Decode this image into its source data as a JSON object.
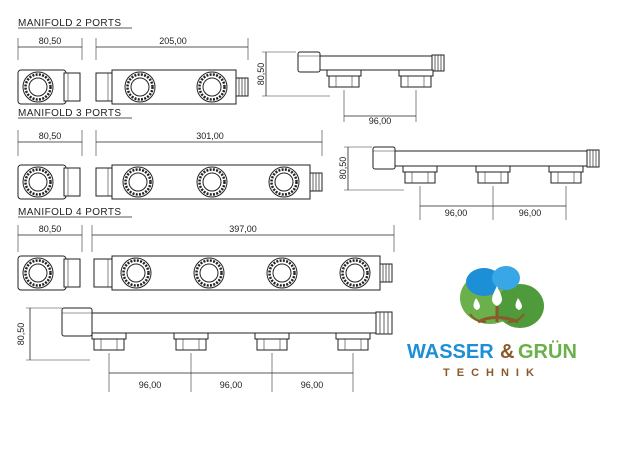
{
  "sections": [
    {
      "title": "MANIFOLD 2 PORTS",
      "end_dim": "80,50",
      "length_dim": "205,00",
      "height_dim": "80,50",
      "spacing_dims": [
        "96,00"
      ]
    },
    {
      "title": "MANIFOLD 3 PORTS",
      "end_dim": "80,50",
      "length_dim": "301,00",
      "height_dim": "80,50",
      "spacing_dims": [
        "96,00",
        "96,00"
      ]
    },
    {
      "title": "MANIFOLD 4 PORTS",
      "end_dim": "80,50",
      "length_dim": "397,00",
      "height_dim": "80,50",
      "spacing_dims": [
        "96,00",
        "96,00",
        "96,00"
      ]
    }
  ],
  "logo": {
    "word1": "WASSER",
    "amp": "&",
    "word2": "GRÜN",
    "tagline": "TECHNIK"
  },
  "colors": {
    "blue": "#1d8fd6",
    "green": "#6bb04a",
    "brown": "#8a5a2b",
    "line": "#222222"
  }
}
